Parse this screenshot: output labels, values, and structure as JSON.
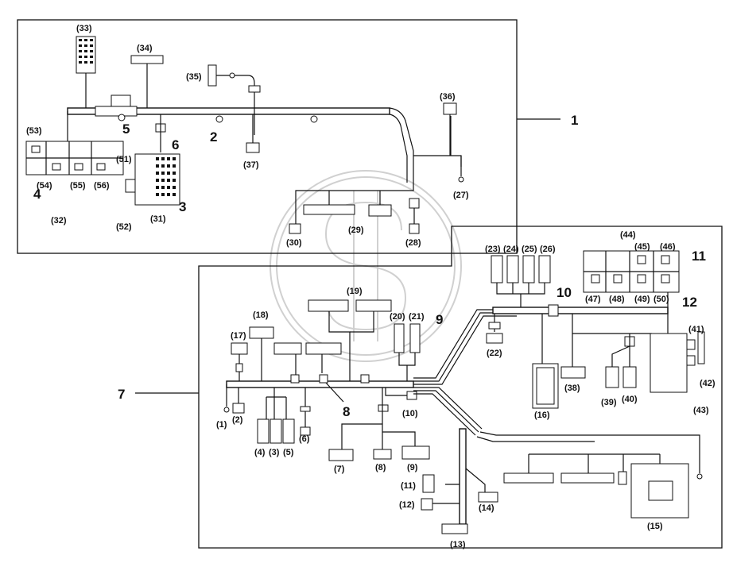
{
  "callouts_main": [
    "1",
    "2",
    "3",
    "4",
    "5",
    "6",
    "7",
    "8",
    "9",
    "10",
    "11",
    "12"
  ],
  "connectors_top": [
    "(33)",
    "(34)",
    "(35)",
    "(36)",
    "(37)",
    "(53)",
    "(54)",
    "(55)",
    "(56)",
    "(51)",
    "(52)",
    "(31)",
    "(32)",
    "(27)",
    "(28)",
    "(29)",
    "(30)"
  ],
  "connectors_bottom": [
    "(1)",
    "(2)",
    "(17)",
    "(18)",
    "(19)",
    "(20)",
    "(21)",
    "(22)",
    "(23)",
    "(24)",
    "(25)",
    "(26)",
    "(44)",
    "(45)",
    "(46)",
    "(47)",
    "(48)",
    "(49)",
    "(50)",
    "(41)",
    "(42)",
    "(43)",
    "(38)",
    "(39)",
    "(40)",
    "(16)",
    "(4)",
    "(3)",
    "(5)",
    "(6)",
    "(7)",
    "(8)",
    "(9)",
    "(10)",
    "(11)",
    "(12)",
    "(13)",
    "(14)",
    "(15)"
  ]
}
